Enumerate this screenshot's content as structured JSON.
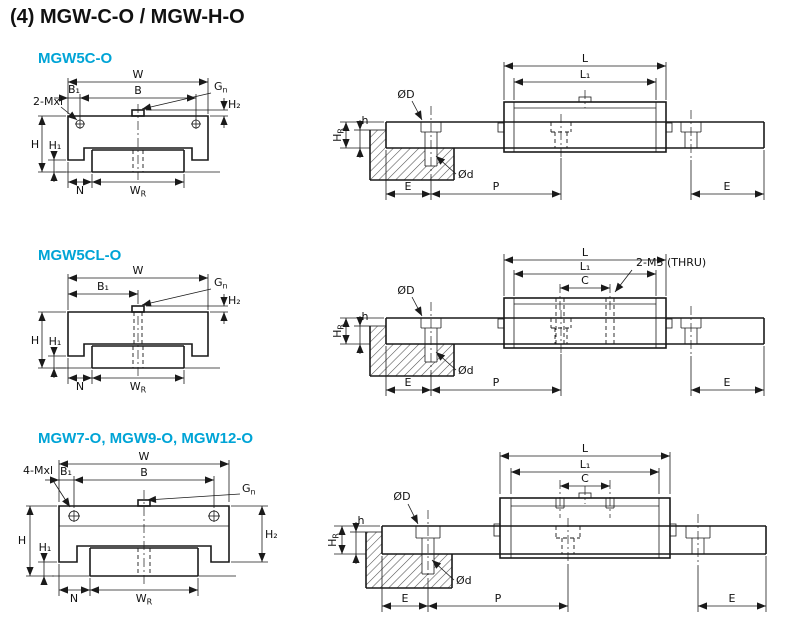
{
  "title": "(4) MGW-C-O / MGW-H-O",
  "colors": {
    "accent": "#00a4d6",
    "line": "#1a1a1a",
    "background": "#ffffff"
  },
  "sections": [
    {
      "model": "MGW5C-O"
    },
    {
      "model": "MGW5CL-O"
    },
    {
      "model": "MGW7-O, MGW9-O, MGW12-O"
    }
  ],
  "labels": {
    "W": "W",
    "B": "B",
    "B1": "B₁",
    "H": "H",
    "H1": "H₁",
    "H2": "H₂",
    "N": "N",
    "WR_main": "W",
    "WR_sub": "R",
    "Gn_main": "G",
    "Gn_sub": "n",
    "L": "L",
    "L1": "L₁",
    "C": "C",
    "OD": "ØD",
    "Od": "Ød",
    "HR_main": "H",
    "HR_sub": "R",
    "h": "h",
    "E": "E",
    "P": "P",
    "mxl2": "2-Mxl",
    "mxl4": "4-Mxl",
    "m3": "2-M3 (THRU)"
  }
}
